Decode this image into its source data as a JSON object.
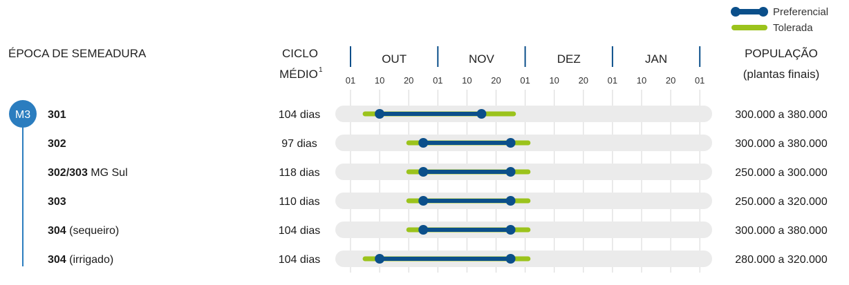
{
  "chart_data": {
    "type": "gantt",
    "legend": [
      {
        "name": "Preferencial",
        "color": "#0b4f8a"
      },
      {
        "name": "Tolerada",
        "color": "#9bc31c"
      }
    ],
    "header": {
      "left": "ÉPOCA DE SEMEADURA",
      "cycle_line1": "CICLO",
      "cycle_line2": "MÉDIO",
      "cycle_sup": "1",
      "population_line1": "POPULAÇÃO",
      "population_line2": "(plantas finais)"
    },
    "months": [
      "OUT",
      "NOV",
      "DEZ",
      "JAN"
    ],
    "day_ticks": [
      "01",
      "10",
      "20",
      "01",
      "10",
      "20",
      "01",
      "10",
      "20",
      "01",
      "10",
      "20",
      "01"
    ],
    "group_badge": "M3",
    "colors": {
      "preferred": "#0b4f8a",
      "tolerated": "#9bc31c",
      "track": "#ebebeb",
      "badge": "#2b7dbf",
      "month_divider": "#0b4f8a"
    },
    "rows": [
      {
        "code": "301",
        "suffix": "",
        "cycle": "104 dias",
        "population": "300.000 a 380.000",
        "preferred": [
          10,
          45
        ],
        "tolerated": [
          5,
          56
        ]
      },
      {
        "code": "302",
        "suffix": "",
        "cycle": "97 dias",
        "population": "300.000 a 380.000",
        "preferred": [
          25,
          55
        ],
        "tolerated": [
          20,
          61
        ]
      },
      {
        "code": "302/303",
        "suffix": " MG Sul",
        "cycle": "118 dias",
        "population": "250.000 a 300.000",
        "preferred": [
          25,
          55
        ],
        "tolerated": [
          20,
          61
        ]
      },
      {
        "code": "303",
        "suffix": "",
        "cycle": "110 dias",
        "population": "250.000 a 320.000",
        "preferred": [
          25,
          55
        ],
        "tolerated": [
          20,
          61
        ]
      },
      {
        "code": "304",
        "suffix": " (sequeiro)",
        "cycle": "104 dias",
        "population": "300.000 a 380.000",
        "preferred": [
          25,
          55
        ],
        "tolerated": [
          20,
          61
        ]
      },
      {
        "code": "304",
        "suffix": " (irrigado)",
        "cycle": "104 dias",
        "population": "280.000 a 320.000",
        "preferred": [
          10,
          55
        ],
        "tolerated": [
          5,
          61
        ]
      }
    ]
  }
}
